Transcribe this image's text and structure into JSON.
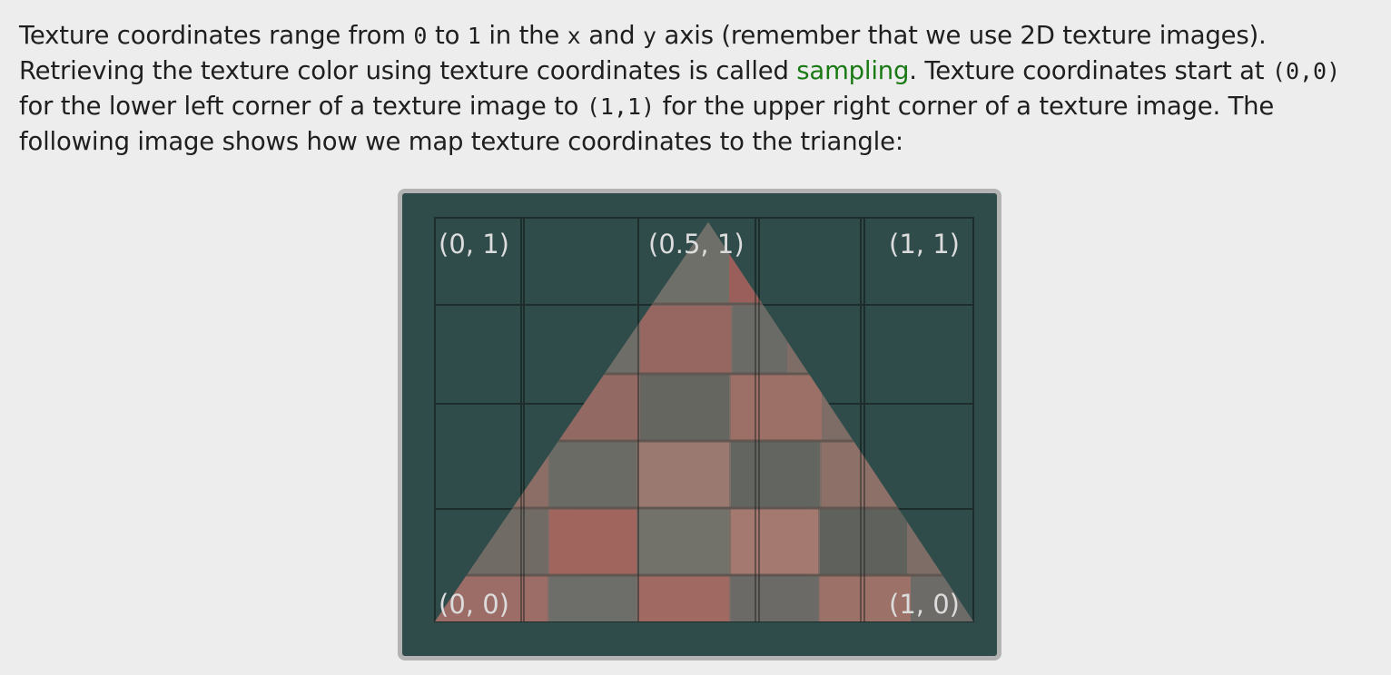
{
  "paragraph": {
    "line1": {
      "t1": "Texture coordinates range from ",
      "c1": "0",
      "t2": " to ",
      "c2": "1",
      "t3": " in the ",
      "c3": "x",
      "t4": " and ",
      "c4": "y",
      "t5": " axis (remember that we use 2D texture images)."
    },
    "line2": {
      "t1": "Retrieving the texture color using texture coordinates is called ",
      "link": "sampling",
      "t2": ". Texture coordinates start at ",
      "c1": "(0,0)"
    },
    "line3": {
      "t1": "for the lower left corner of a texture image to ",
      "c1": "(1,1)",
      "t2": " for the upper right corner of a texture image. The"
    },
    "line4": {
      "t1": "following image shows how we map texture coordinates to the triangle:"
    }
  },
  "colors": {
    "link": "#1a7a14",
    "figure_background": "#2f4c4b",
    "figure_border": "#b3b3b3"
  },
  "figure": {
    "labels": {
      "top_left": "(0, 1)",
      "top_center": "(0.5, 1)",
      "top_right": "(1, 1)",
      "bottom_left": "(0, 0)",
      "bottom_right": "(1, 0)"
    }
  }
}
